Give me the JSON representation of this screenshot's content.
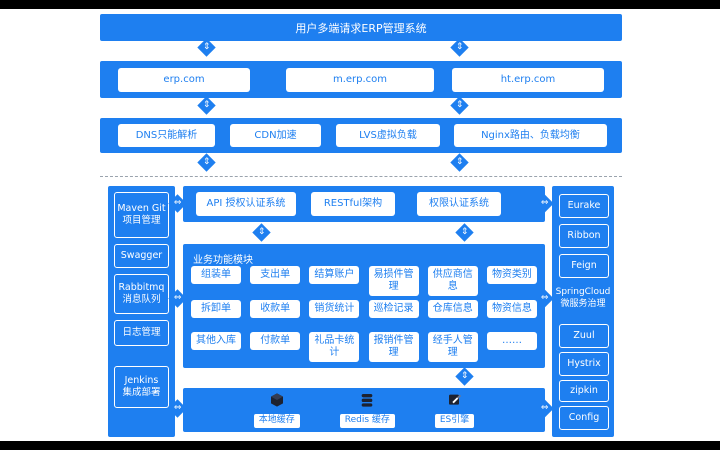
{
  "colors": {
    "primary": "#1e7ff0",
    "icon_dark": "#1d2230"
  },
  "banner": {
    "title": "用户多端请求ERP管理系统"
  },
  "domains": {
    "items": [
      "erp.com",
      "m.erp.com",
      "ht.erp.com"
    ]
  },
  "gateway": {
    "items": [
      "DNS只能解析",
      "CDN加速",
      "LVS虚拟负载",
      "Nginx路由、负载均衡"
    ]
  },
  "auth": {
    "items": [
      "API 授权认证系统",
      "RESTful架构",
      "权限认证系统"
    ]
  },
  "left_sidebar": {
    "items": [
      "Maven Git\n项目管理",
      "Swagger",
      "Rabbitmq\n消息队列",
      "日志管理",
      "Jenkins\n集成部署"
    ]
  },
  "right_sidebar": {
    "items_top": [
      "Eurake",
      "Ribbon",
      "Feign"
    ],
    "group_label": "SpringCloud\n微服务治理",
    "items_bottom": [
      "Zuul",
      "Hystrix",
      "zipkin",
      "Config"
    ]
  },
  "modules": {
    "title": "业务功能模块",
    "rows": [
      [
        "组装单",
        "支出单",
        "结算账户",
        "易损件管理",
        "供应商信息",
        "物资类别"
      ],
      [
        "拆卸单",
        "收款单",
        "销货统计",
        "巡检记录",
        "仓库信息",
        "物资信息"
      ],
      [
        "其他入库",
        "付款单",
        "礼品卡统计",
        "报销件管理",
        "经手人管理",
        "……"
      ]
    ]
  },
  "cache": {
    "items": [
      {
        "label": "本地缓存",
        "icon": "cube-icon"
      },
      {
        "label": "Redis 缓存",
        "icon": "database-icon"
      },
      {
        "label": "ES引擎",
        "icon": "es-engine-icon"
      }
    ]
  },
  "icons": {
    "vertical_arrow": "⇕",
    "horizontal_arrow": "⇔"
  }
}
